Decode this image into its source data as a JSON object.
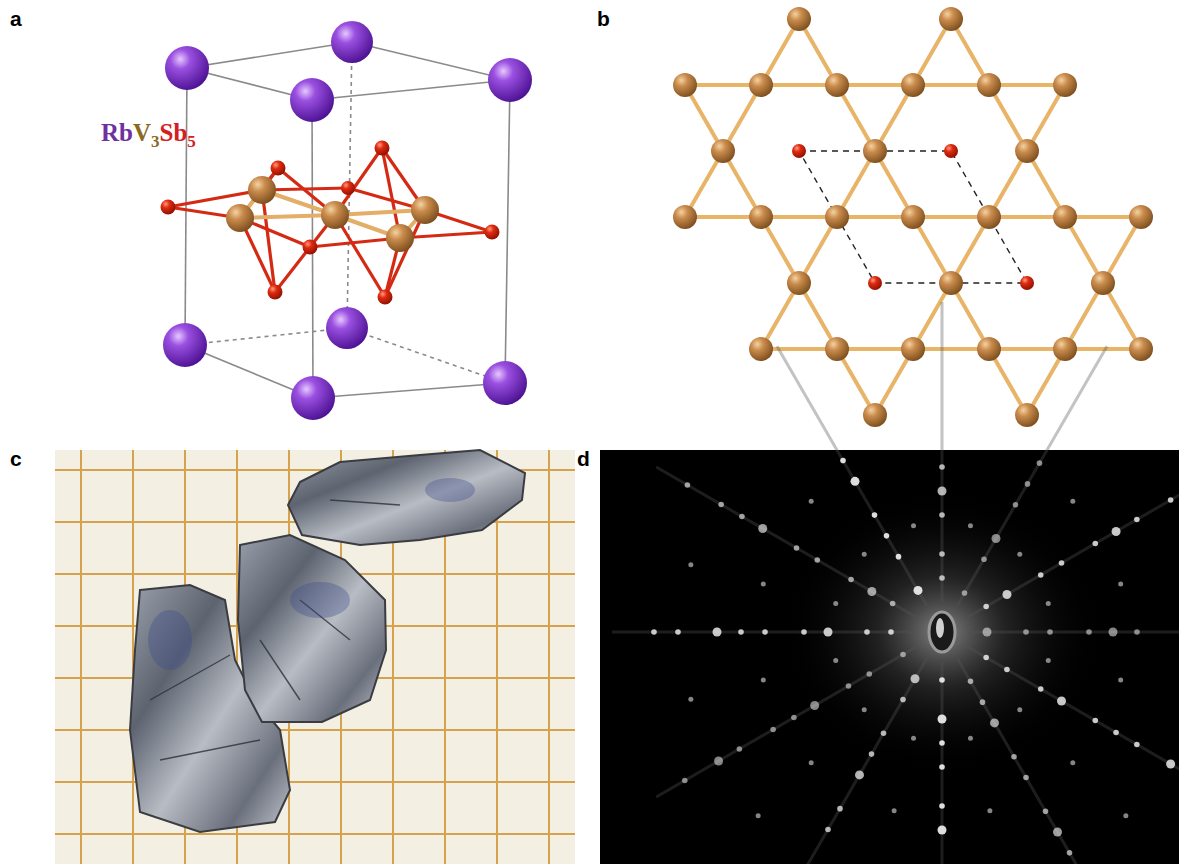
{
  "diagram": {
    "labels": [
      "a",
      "Rb",
      "V",
      "3",
      "Sb",
      "5",
      "b",
      "c",
      "d"
    ]
  }
}
